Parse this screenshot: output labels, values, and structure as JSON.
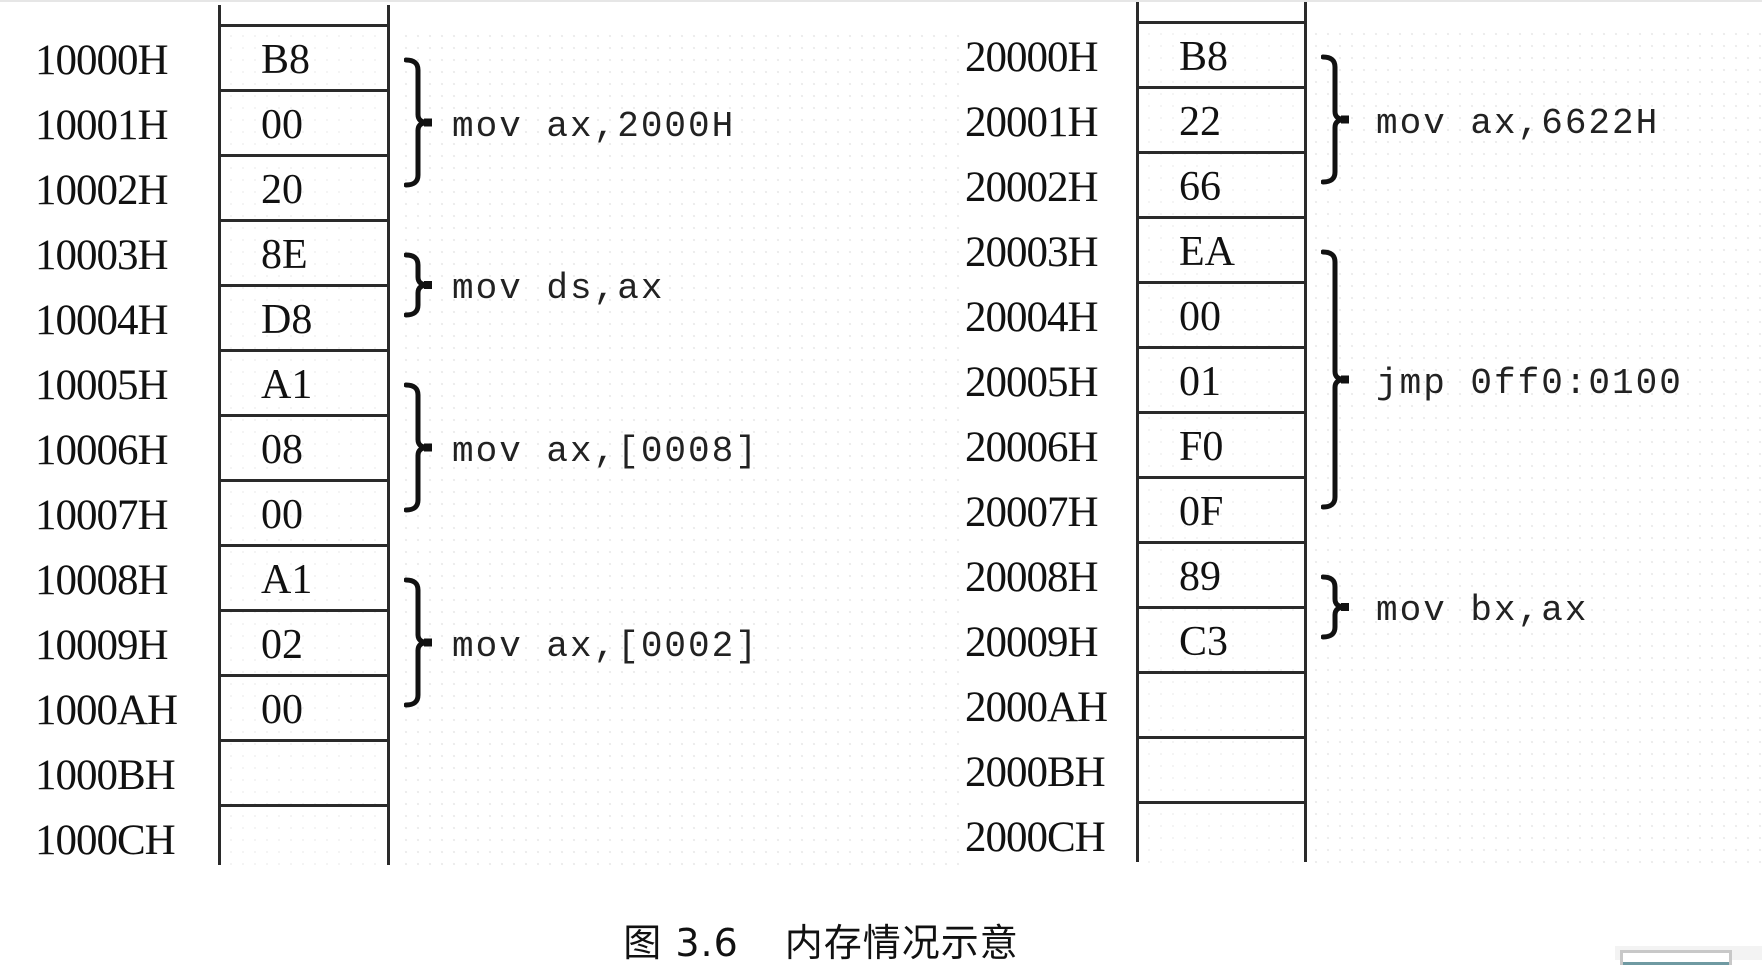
{
  "caption": {
    "figure_number": "图 3.6",
    "title": "内存情况示意"
  },
  "left_memory": {
    "rows": [
      {
        "address": "10000H",
        "value": "B8"
      },
      {
        "address": "10001H",
        "value": "00"
      },
      {
        "address": "10002H",
        "value": "20"
      },
      {
        "address": "10003H",
        "value": "8E"
      },
      {
        "address": "10004H",
        "value": "D8"
      },
      {
        "address": "10005H",
        "value": "A1"
      },
      {
        "address": "10006H",
        "value": "08"
      },
      {
        "address": "10007H",
        "value": "00"
      },
      {
        "address": "10008H",
        "value": "A1"
      },
      {
        "address": "10009H",
        "value": "02"
      },
      {
        "address": "1000AH",
        "value": "00"
      },
      {
        "address": "1000BH",
        "value": ""
      },
      {
        "address": "1000CH",
        "value": ""
      }
    ],
    "instructions": [
      {
        "text": "mov ax,2000H",
        "first_row": 0,
        "last_row": 2
      },
      {
        "text": "mov ds,ax",
        "first_row": 3,
        "last_row": 4
      },
      {
        "text": "mov ax,[0008]",
        "first_row": 5,
        "last_row": 7
      },
      {
        "text": "mov ax,[0002]",
        "first_row": 8,
        "last_row": 10
      }
    ]
  },
  "right_memory": {
    "rows": [
      {
        "address": "20000H",
        "value": "B8"
      },
      {
        "address": "20001H",
        "value": "22"
      },
      {
        "address": "20002H",
        "value": "66"
      },
      {
        "address": "20003H",
        "value": "EA"
      },
      {
        "address": "20004H",
        "value": "00"
      },
      {
        "address": "20005H",
        "value": "01"
      },
      {
        "address": "20006H",
        "value": "F0"
      },
      {
        "address": "20007H",
        "value": "0F"
      },
      {
        "address": "20008H",
        "value": "89"
      },
      {
        "address": "20009H",
        "value": "C3"
      },
      {
        "address": "2000AH",
        "value": ""
      },
      {
        "address": "2000BH",
        "value": ""
      },
      {
        "address": "2000CH",
        "value": ""
      }
    ],
    "instructions": [
      {
        "text": "mov ax,6622H",
        "first_row": 0,
        "last_row": 2
      },
      {
        "text": "jmp 0ff0:0100",
        "first_row": 3,
        "last_row": 7
      },
      {
        "text": "mov bx,ax",
        "first_row": 8,
        "last_row": 9
      }
    ]
  }
}
